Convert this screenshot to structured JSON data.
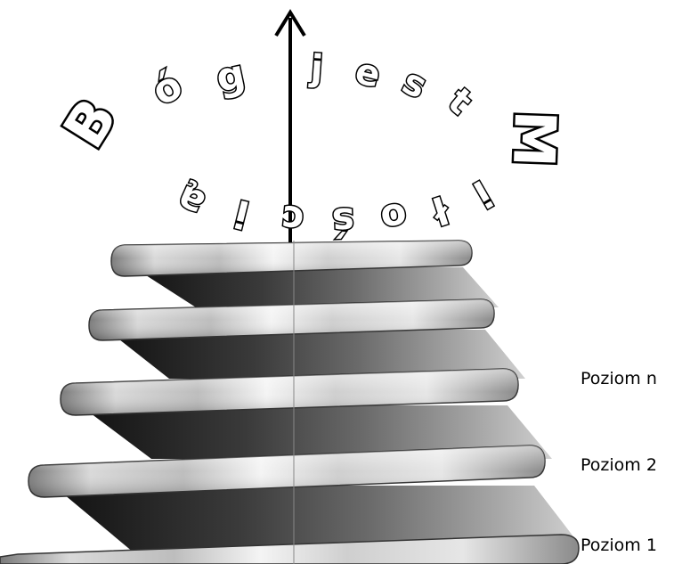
{
  "arc_text": {
    "line1": [
      "B",
      "ó",
      "g",
      " ",
      "j",
      "e",
      "s",
      "t"
    ],
    "line2": [
      "M",
      "i",
      "ł",
      "o",
      "ś",
      "c",
      "i",
      "ą"
    ]
  },
  "levels": [
    {
      "label": "Poziom n"
    },
    {
      "label": "Poziom 2"
    },
    {
      "label": "Poziom 1"
    }
  ],
  "colors": {
    "arrow": "#000000",
    "coil_dark": "#1a1a1a",
    "coil_light": "#f2f2f2",
    "text_stroke": "#000000"
  }
}
